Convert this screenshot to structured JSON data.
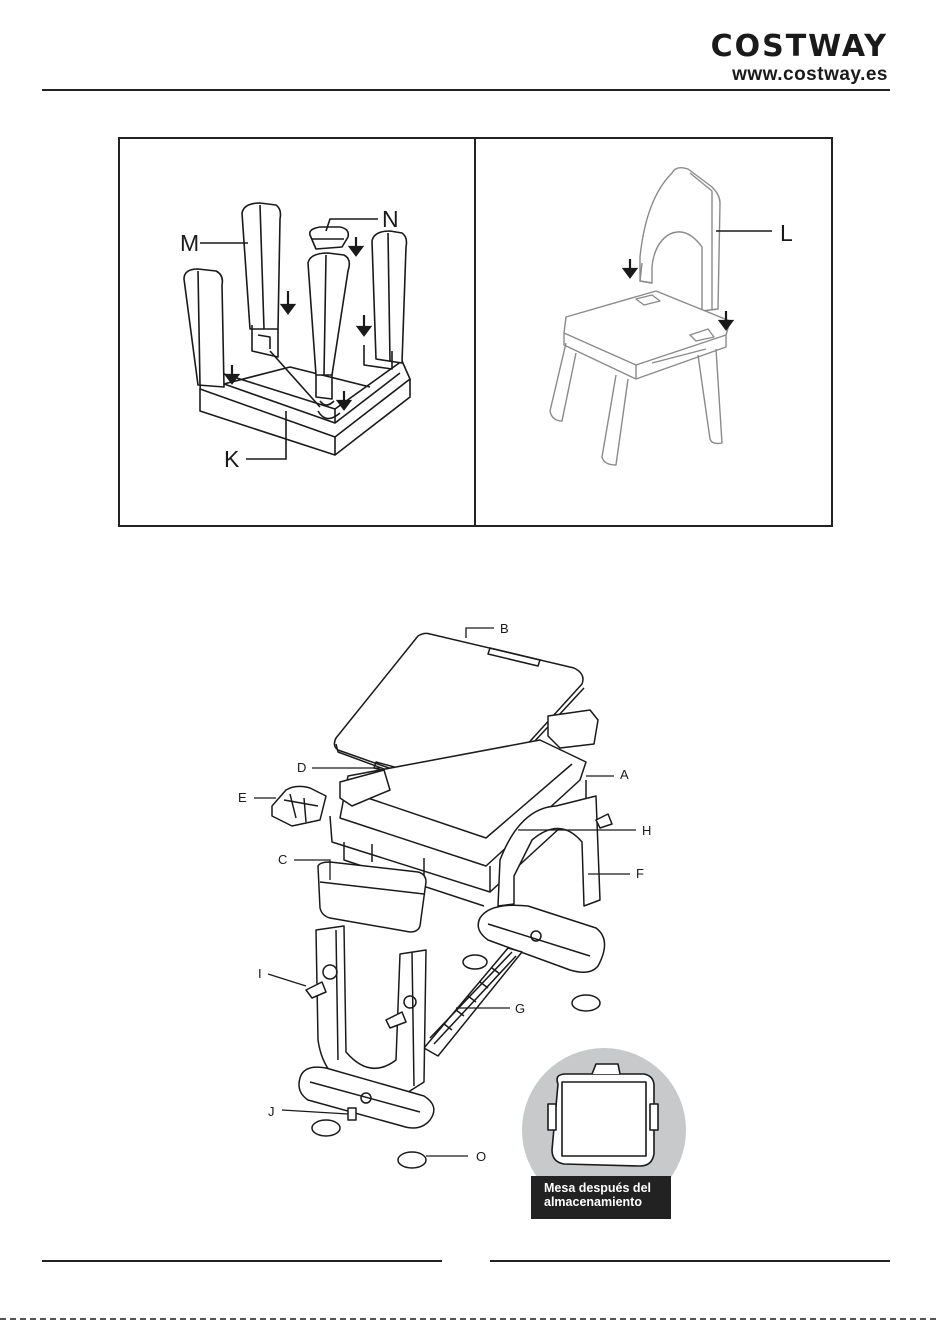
{
  "header": {
    "brand_logo": "COSTWAY",
    "brand_url": "www.costway.es"
  },
  "chair_assembly": {
    "left_labels": {
      "m": "M",
      "n": "N",
      "k": "K"
    },
    "right_labels": {
      "l": "L"
    }
  },
  "table_parts": {
    "labels": {
      "a": "A",
      "b": "B",
      "c": "C",
      "d": "D",
      "e": "E",
      "f": "F",
      "g": "G",
      "h": "H",
      "i": "I",
      "j": "J",
      "o": "O"
    },
    "storage_caption": "Mesa después del almacenamiento"
  },
  "colors": {
    "line": "#1a1a1a",
    "storage_circle": "#c8c9cb",
    "caption_bg": "#222222"
  }
}
